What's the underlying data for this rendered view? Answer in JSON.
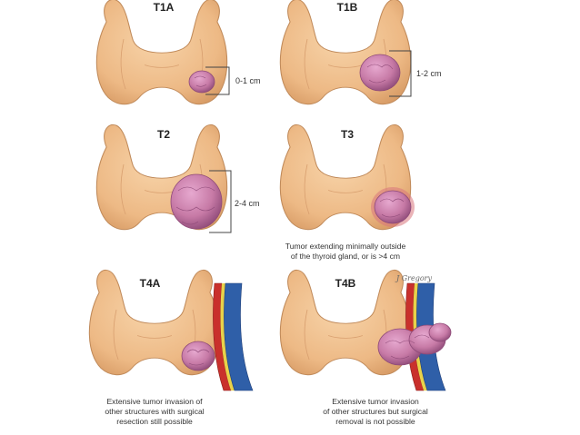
{
  "panels": [
    {
      "id": "t1a",
      "label": "T1A",
      "measure": "0-1 cm",
      "caption": ""
    },
    {
      "id": "t1b",
      "label": "T1B",
      "measure": "1-2 cm",
      "caption": ""
    },
    {
      "id": "t2",
      "label": "T2",
      "measure": "2-4 cm",
      "caption": ""
    },
    {
      "id": "t3",
      "label": "T3",
      "measure": "",
      "caption": "Tumor extending minimally outside\nof the thyroid gland, or is >4 cm"
    },
    {
      "id": "t4a",
      "label": "T4A",
      "measure": "",
      "caption": "Extensive tumor invasion of\nother structures with surgical\nresection still possible"
    },
    {
      "id": "t4b",
      "label": "T4B",
      "measure": "",
      "caption": "Extensive tumor invasion\nof other structures but surgical\nremoval is not possible"
    }
  ],
  "signature": "J Gregory",
  "colors": {
    "thyroid": "#f0c08c",
    "thyroid_outline": "#c08a5a",
    "tumor": "#c77aa6",
    "tumor_outline": "#8e4a78",
    "artery": "#c9302c",
    "vein": "#2f5fa8",
    "nerve": "#e8d24a",
    "bracket": "#444444"
  }
}
